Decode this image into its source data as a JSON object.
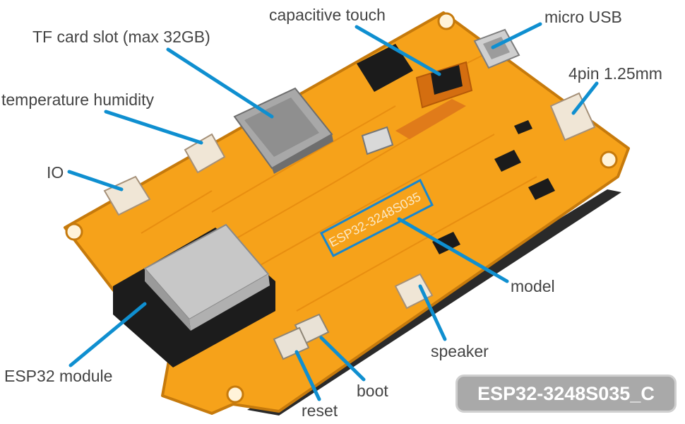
{
  "title": "ESP32-3248S035_C",
  "colors": {
    "board": "#f6a21a",
    "board_edge": "#c67a0c",
    "leader_lines": "#0f8fd0",
    "label_text": "#444444",
    "badge_fill": "#a9a9a9"
  },
  "labels": {
    "capacitive_touch": "capacitive touch",
    "micro_usb": "micro USB",
    "tf_card_slot": "TF card slot (max 32GB)",
    "four_pin": "4pin 1.25mm",
    "temperature_humidity": "temperature humidity",
    "io": "IO",
    "model": "model",
    "speaker": "speaker",
    "esp32_module": "ESP32 module",
    "boot": "boot",
    "reset": "reset"
  },
  "silkscreen": {
    "model_text": "ESP32-3248S035"
  }
}
